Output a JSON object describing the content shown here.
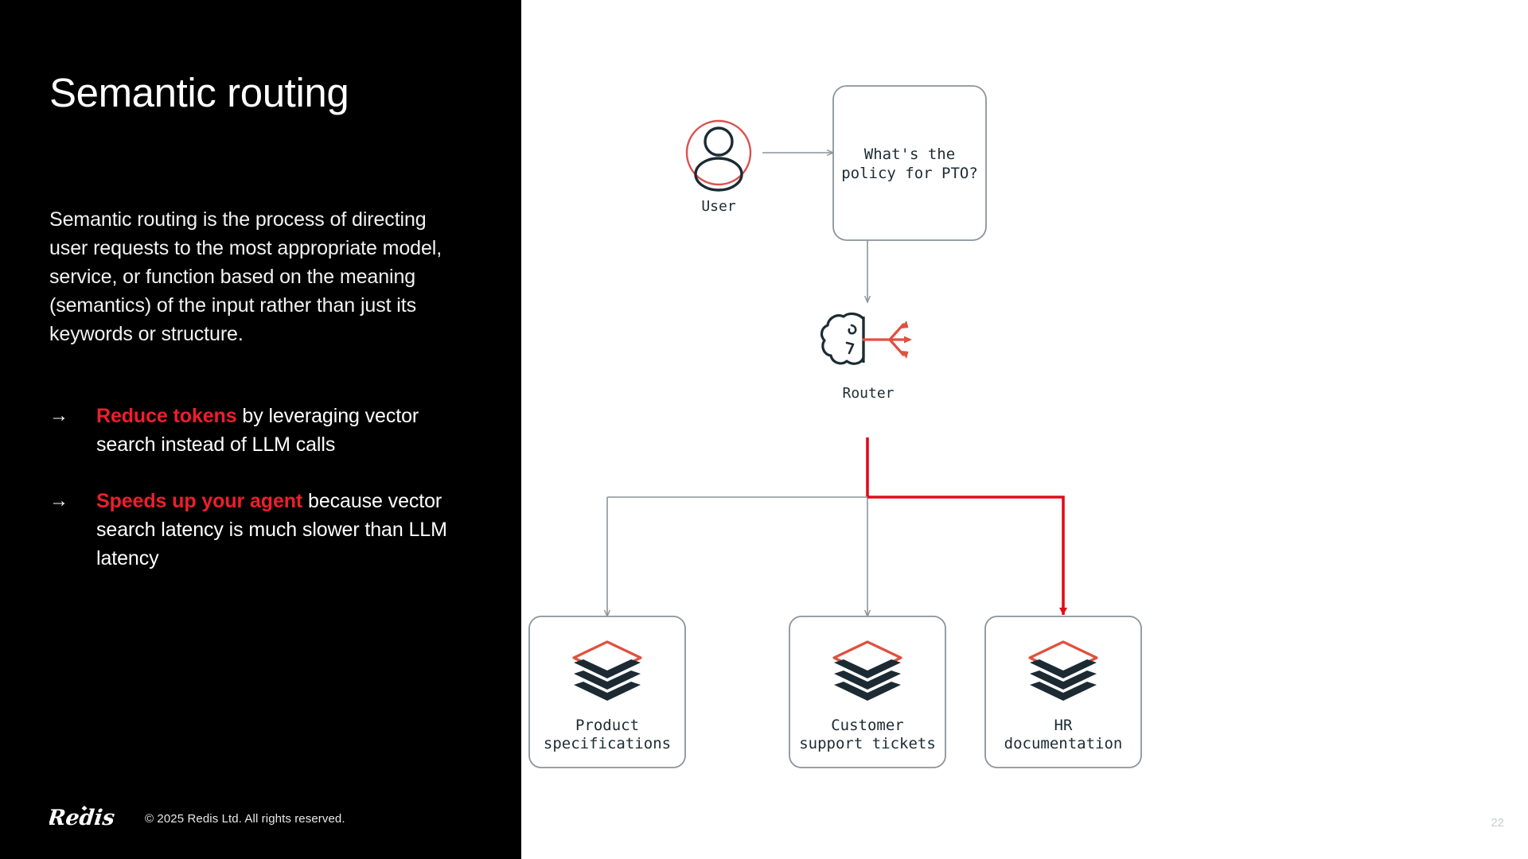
{
  "slide": {
    "title": "Semantic routing",
    "page_number": "22",
    "accent_red": "#F01E2C",
    "diagram_red": "#E03A2F",
    "diagram_navy": "#1C2B33",
    "diagram_gray": "#8A949B",
    "panel_background": "#000000"
  },
  "body": {
    "paragraph": "Semantic routing is the process of directing user requests to the most appropriate model, service, or function based on the meaning (semantics) of the input rather than just its keywords or structure."
  },
  "bullets": [
    {
      "arrow": "arrow-right-icon",
      "arrow_glyph": "→",
      "lead": "Reduce tokens",
      "rest": " by leveraging vector search instead of LLM calls"
    },
    {
      "arrow": "arrow-right-icon",
      "arrow_glyph": "→",
      "lead": "Speeds up your agent",
      "rest": " because vector search latency is much slower than LLM latency"
    }
  ],
  "footer": {
    "logo": "redis-logo",
    "logo_text": "Redis",
    "copyright": "© 2025 Redis Ltd. All rights reserved."
  },
  "diagram": {
    "user": {
      "icon": "user-avatar-icon",
      "caption": "User"
    },
    "query_box": {
      "line1": "What's the",
      "line2": "policy for PTO?"
    },
    "router": {
      "icon": "brain-router-icon",
      "caption": "Router"
    },
    "destinations": [
      {
        "icon": "layers-stack-icon",
        "line1": "Product",
        "line2": "specifications",
        "selected": false
      },
      {
        "icon": "layers-stack-icon",
        "line1": "Customer",
        "line2": "support tickets",
        "selected": false
      },
      {
        "icon": "layers-stack-icon",
        "line1": "HR",
        "line2": "documentation",
        "selected": true
      }
    ]
  }
}
